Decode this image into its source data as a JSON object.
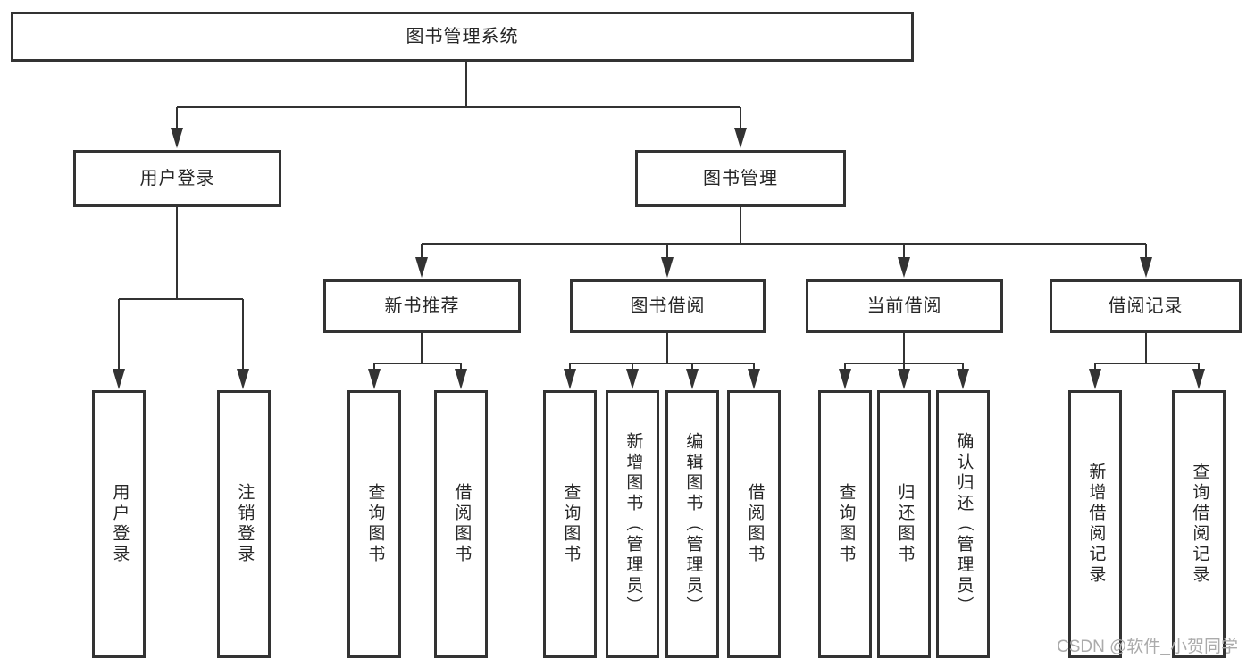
{
  "colors": {
    "background": "#ffffff",
    "line": "#333333",
    "box_border": "#333333",
    "text": "#262626",
    "watermark": "#ababab"
  },
  "watermark": {
    "text": "CSDN @软件_小贺同学"
  },
  "tree": {
    "root": {
      "label": "图书管理系统"
    },
    "branches": [
      {
        "label": "用户登录",
        "children": [
          {
            "label": "用户登录"
          },
          {
            "label": "注销登录"
          }
        ]
      },
      {
        "label": "图书管理",
        "sections": [
          {
            "label": "新书推荐",
            "children": [
              {
                "label": "查询图书"
              },
              {
                "label": "借阅图书"
              }
            ]
          },
          {
            "label": "图书借阅",
            "children": [
              {
                "label": "查询图书"
              },
              {
                "label": "新增图书（管理员）"
              },
              {
                "label": "编辑图书（管理员）"
              },
              {
                "label": "借阅图书"
              }
            ]
          },
          {
            "label": "当前借阅",
            "children": [
              {
                "label": "查询图书"
              },
              {
                "label": "归还图书"
              },
              {
                "label": "确认归还（管理员）"
              }
            ]
          },
          {
            "label": "借阅记录",
            "children": [
              {
                "label": "新增借阅记录"
              },
              {
                "label": "查询借阅记录"
              }
            ]
          }
        ]
      }
    ]
  }
}
